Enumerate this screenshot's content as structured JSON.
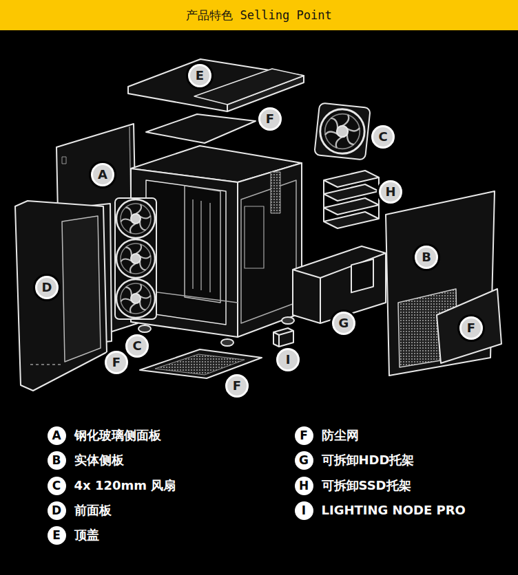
{
  "diagram": {
    "title": "产品特色 Selling Point",
    "nodes": [
      {
        "text": [
          "E"
        ]
      },
      {
        "text": [
          "F"
        ]
      },
      {
        "text": [
          "C"
        ]
      },
      {
        "text": [
          "A"
        ]
      },
      {
        "text": [
          "H"
        ]
      },
      {
        "text": [
          "B"
        ]
      },
      {
        "text": [
          "D"
        ]
      },
      {
        "text": [
          "G"
        ]
      },
      {
        "text": [
          "F"
        ]
      },
      {
        "text": [
          "C"
        ]
      },
      {
        "text": [
          "I"
        ]
      },
      {
        "text": [
          "F"
        ]
      },
      {
        "text": [
          "F"
        ]
      },
      {
        "text": [
          "A",
          "钢化玻璃侧面板"
        ]
      },
      {
        "text": [
          "F",
          "防尘网"
        ]
      },
      {
        "text": [
          "B",
          "实体侧板"
        ]
      },
      {
        "text": [
          "G",
          "可拆卸HDD托架"
        ]
      },
      {
        "text": [
          "C",
          "4x 120mm 风扇"
        ]
      },
      {
        "text": [
          "H",
          "可拆卸SSD托架"
        ]
      },
      {
        "text": [
          "D",
          "前面板"
        ]
      },
      {
        "text": [
          "I",
          "LIGHTING NODE PRO"
        ]
      },
      {
        "text": [
          "E",
          "顶盖"
        ]
      }
    ]
  }
}
